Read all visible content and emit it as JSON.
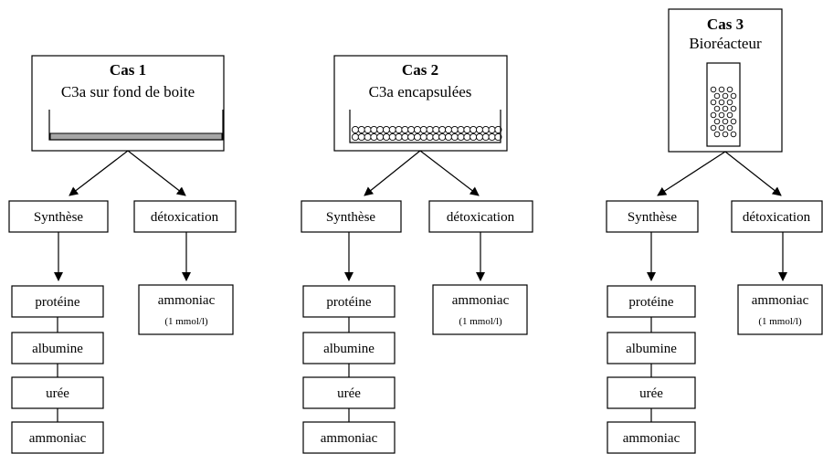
{
  "cases": [
    {
      "title": "Cas 1",
      "subtitle": "C3a  sur fond de boite",
      "synthese": "Synthèse",
      "detox": "détoxication",
      "ammonia": "ammoniac",
      "ammonia_conc": "(1 mmol/l)",
      "chain": [
        "protéine",
        "albumine",
        "urée",
        "ammoniac"
      ]
    },
    {
      "title": "Cas 2",
      "subtitle": "C3a encapsulées",
      "synthese": "Synthèse",
      "detox": "détoxication",
      "ammonia": "ammoniac",
      "ammonia_conc": "(1 mmol/l)",
      "chain": [
        "protéine",
        "albumine",
        "urée",
        "ammoniac"
      ]
    },
    {
      "title": "Cas 3",
      "subtitle": "Bioréacteur",
      "synthese": "Synthèse",
      "detox": "détoxication",
      "ammonia": "ammoniac",
      "ammonia_conc": "(1 mmol/l)",
      "chain": [
        "protéine",
        "albumine",
        "urée",
        "ammoniac"
      ]
    }
  ]
}
